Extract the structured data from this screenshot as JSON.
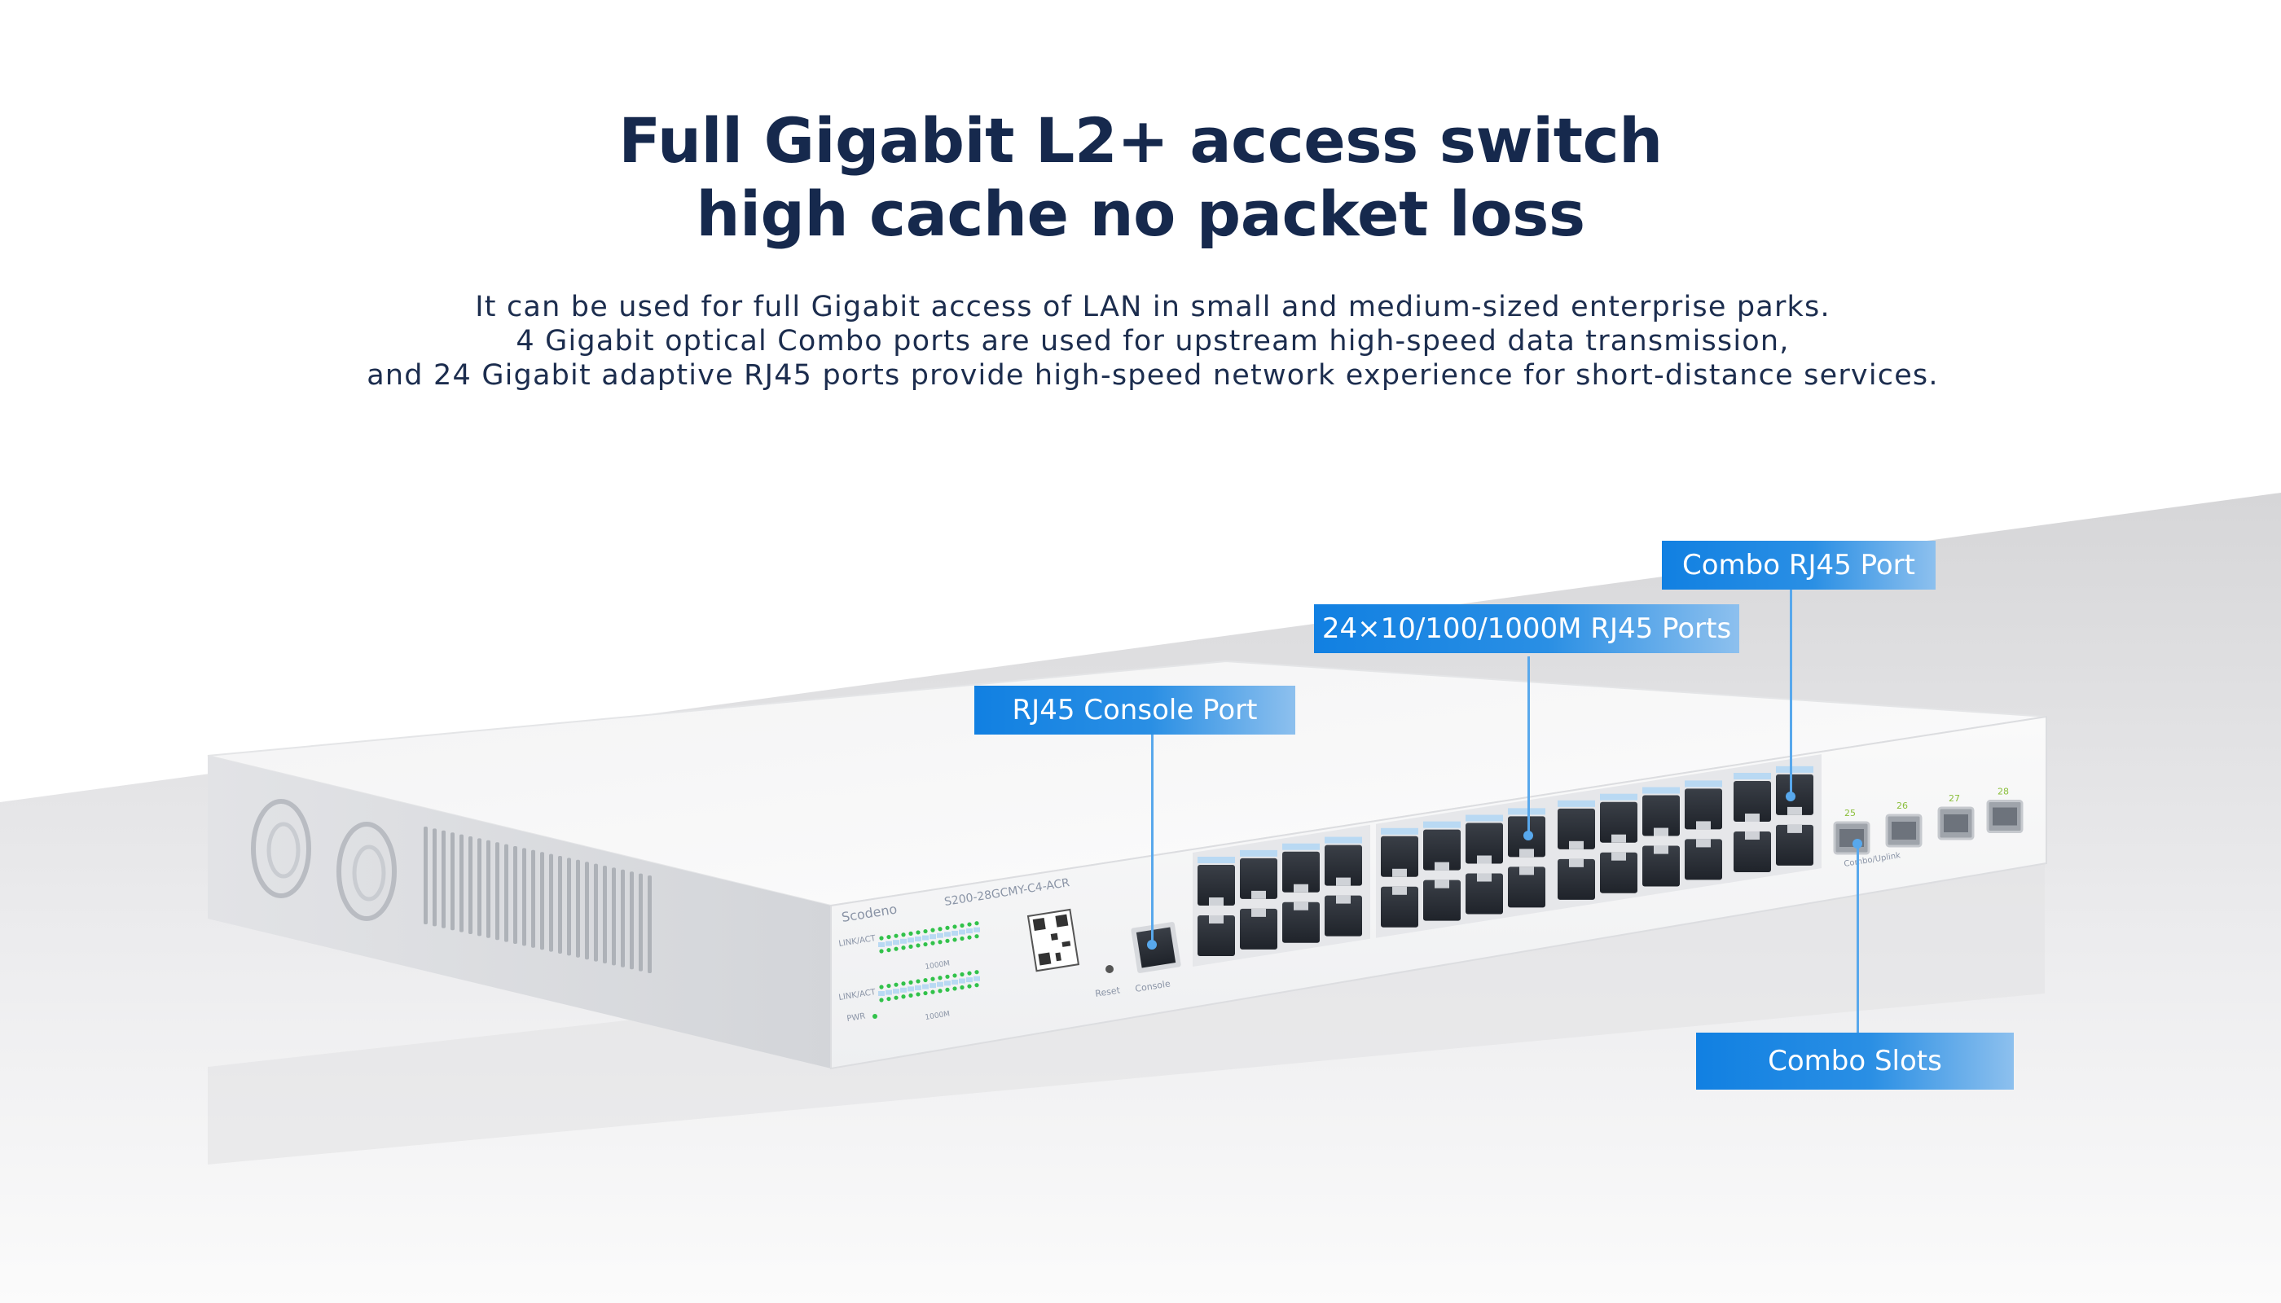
{
  "headline": {
    "line1": "Full Gigabit L2+ access switch",
    "line2": "high cache no packet loss"
  },
  "description": {
    "line1": "It can be used for full Gigabit access of LAN in small and medium-sized enterprise parks.",
    "line2": "4 Gigabit optical Combo ports are used for upstream high-speed data transmission,",
    "line3": "and 24 Gigabit adaptive RJ45 ports provide high-speed network experience for short-distance services."
  },
  "callouts": {
    "console": "RJ45 Console Port",
    "rj45_ports": "24×10/100/1000M RJ45 Ports",
    "combo_rj45": "Combo RJ45 Port",
    "combo_slots": "Combo Slots"
  },
  "device": {
    "brand": "Scodeno",
    "model": "S200-28GCMY-C4-ACR",
    "led_label_1": "LINK/ACT",
    "led_label_2": "LINK/ACT",
    "pwr_label": "PWR",
    "speed_label_1": "1000M",
    "speed_label_2": "1000M",
    "reset_label": "Reset",
    "console_label": "Console",
    "combo_label": "Combo/Uplink",
    "sfp_numbers": [
      "25",
      "26",
      "27",
      "28"
    ]
  },
  "colors": {
    "accent": "#1180e2",
    "heading": "#16294d",
    "led_green": "#31c24a"
  }
}
